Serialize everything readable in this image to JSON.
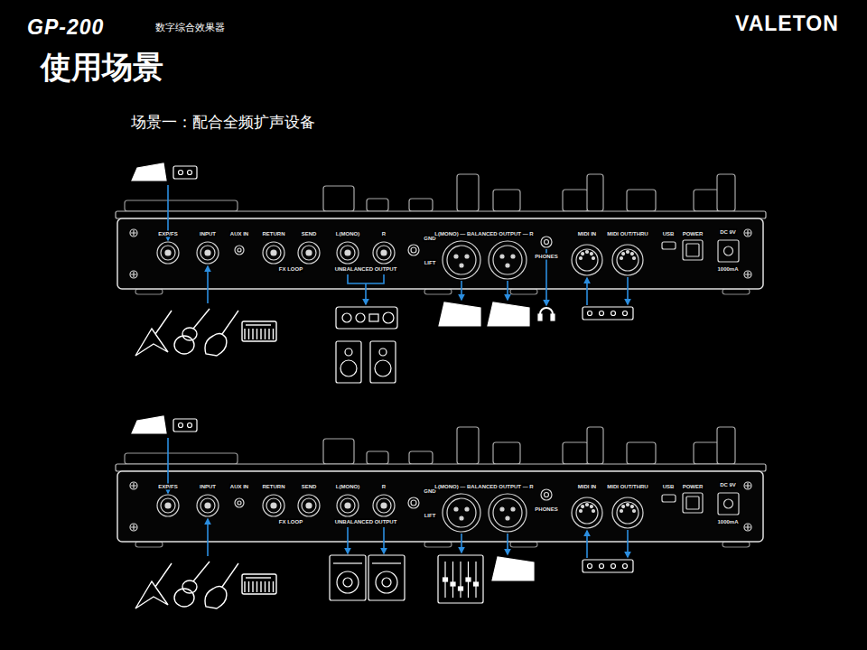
{
  "diagram": {
    "title": "使用场景",
    "labels": [
      "GP-200",
      "数字综合效果器",
      "VALETON",
      "场景一：配合全频扩声设备",
      "EXP/FS",
      "INPUT",
      "AUX IN",
      "RETURN",
      "SEND",
      "L(MONO)",
      "R",
      "FX LOOP",
      "UNBALANCED OUTPUT",
      "GND",
      "LIFT",
      "L(MONO) — BALANCED OUTPUT — R",
      "PHONES",
      "MIDI IN",
      "MIDI OUT/THRU",
      "USB",
      "POWER",
      "DC 9V",
      "1000mA",
      "EXP/FS",
      "INPUT",
      "AUX IN",
      "RETURN",
      "SEND",
      "L(MONO)",
      "R",
      "FX LOOP",
      "UNBALANCED OUTPUT",
      "GND",
      "LIFT",
      "L(MONO) — BALANCED OUTPUT — R",
      "PHONES",
      "MIDI IN",
      "MIDI OUT/THRU",
      "USB",
      "POWER",
      "DC 9V",
      "1000mA"
    ]
  }
}
